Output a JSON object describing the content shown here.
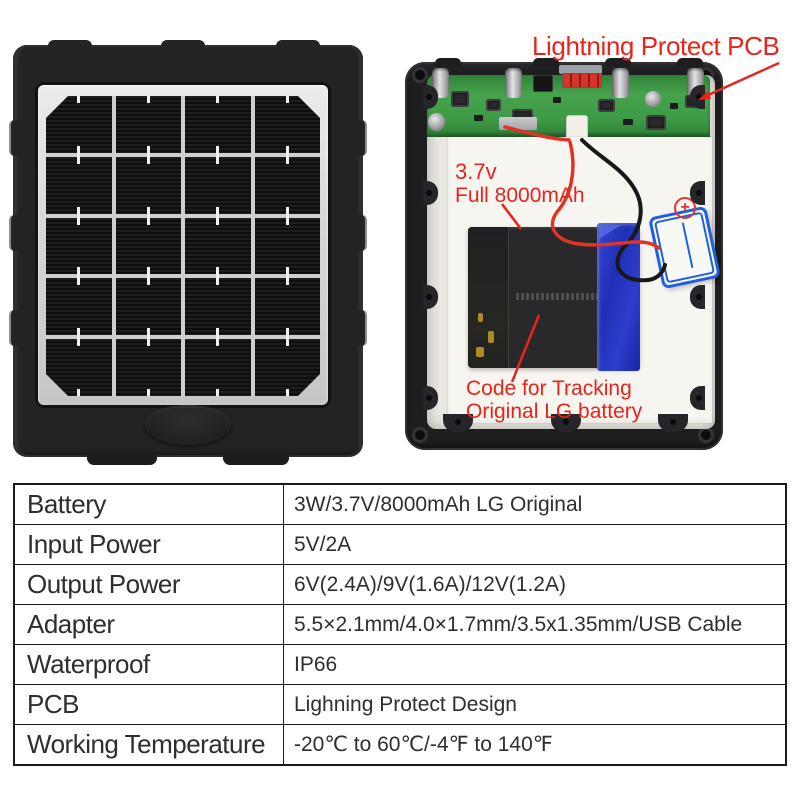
{
  "annotations": {
    "pcb_label": "Lightning Protect PCB",
    "battery_voltage": "3.7v",
    "battery_capacity": "Full 8000mAh",
    "tracking_line1": "Code for Tracking",
    "tracking_line2": "Original LG battery",
    "plus_symbol": "+"
  },
  "spec_table": {
    "rows": [
      {
        "label": "Battery",
        "value": "3W/3.7V/8000mAh LG Original"
      },
      {
        "label": "Input Power",
        "value": "5V/2A"
      },
      {
        "label": "Output Power",
        "value": "6V(2.4A)/9V(1.6A)/12V(1.2A)"
      },
      {
        "label": "Adapter",
        "value": "5.5×2.1mm/4.0×1.7mm/3.5x1.35mm/USB Cable"
      },
      {
        "label": "Waterproof",
        "value": "IP66"
      },
      {
        "label": "PCB",
        "value": "Lighning Protect Design"
      },
      {
        "label": "Working Temperature",
        "value": "-20℃ to 60℃/-4℉ to 140℉"
      }
    ]
  },
  "colors": {
    "annotation_red": "#e6251c",
    "pcb_green": "#3d9a46",
    "battery_blue": "#2030b6",
    "label_blue": "#2160dc",
    "case_black": "#1e1e20"
  }
}
